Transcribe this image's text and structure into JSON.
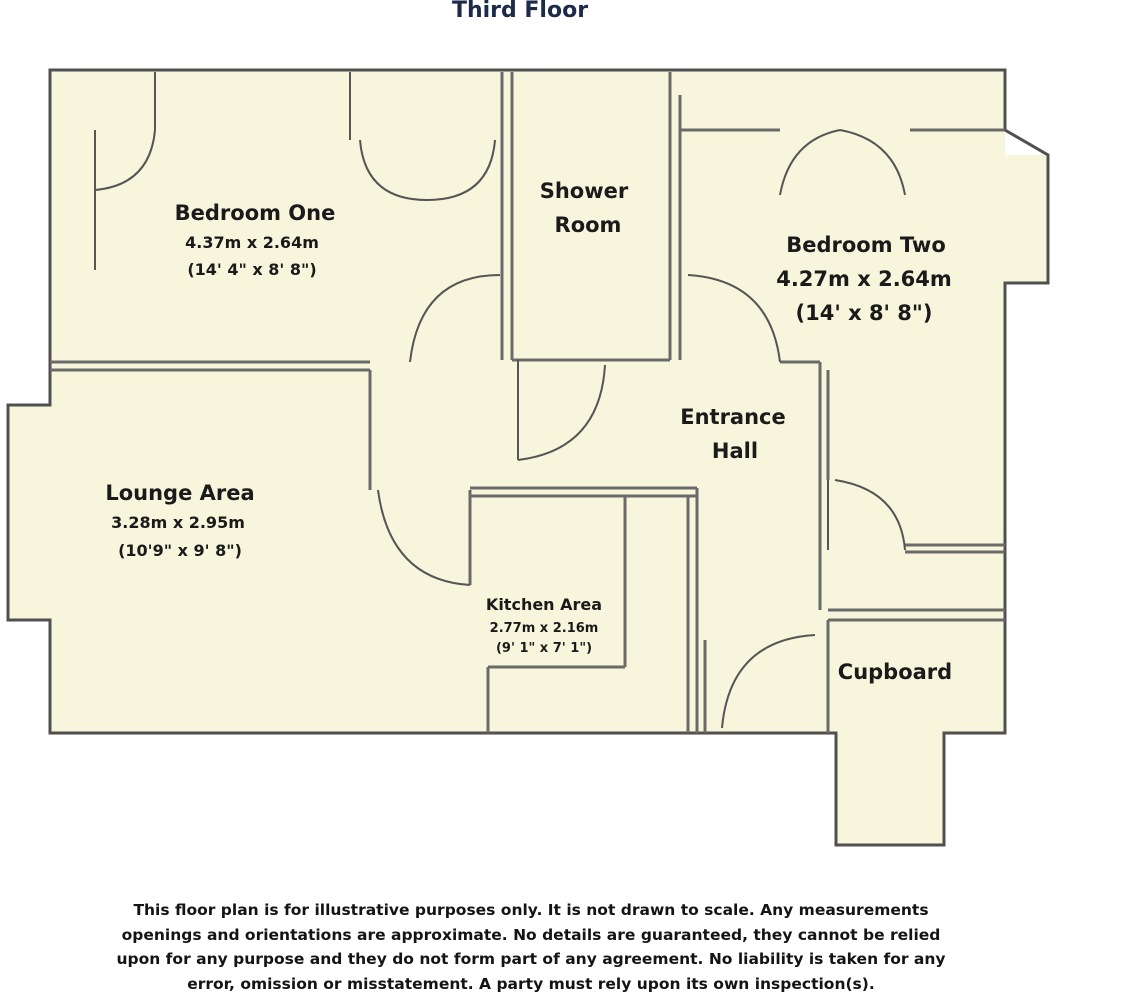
{
  "title": "Third Floor",
  "rooms": {
    "bedroom_one": {
      "name": "Bedroom One",
      "metric": "4.37m x 2.64m",
      "imperial": "(14' 4\" x 8' 8\")"
    },
    "shower_room": {
      "name_line1": "Shower",
      "name_line2": "Room"
    },
    "bedroom_two": {
      "name": "Bedroom Two",
      "metric": "4.27m x 2.64m",
      "imperial": "(14' x 8' 8\")"
    },
    "entrance_hall": {
      "name_line1": "Entrance",
      "name_line2": "Hall"
    },
    "lounge_area": {
      "name": "Lounge Area",
      "metric": "3.28m x 2.95m",
      "imperial": "(10'9\" x 9' 8\")"
    },
    "kitchen_area": {
      "name": "Kitchen Area",
      "metric": "2.77m x 2.16m",
      "imperial": "(9' 1\" x 7' 1\")"
    },
    "cupboard": {
      "name": "Cupboard"
    }
  },
  "disclaimer": "This floor plan is for illustrative purposes only. It is not drawn to scale. Any measurements openings and orientations are approximate. No details are guaranteed, they cannot be relied upon for any purpose and they do not form part of any agreement. No liability is taken for any error, omission or misstatement. A party must rely upon its own inspection(s).",
  "colors": {
    "floor_fill": "#f7f5dc",
    "wall": "#505050",
    "title": "#1c2b4a"
  }
}
